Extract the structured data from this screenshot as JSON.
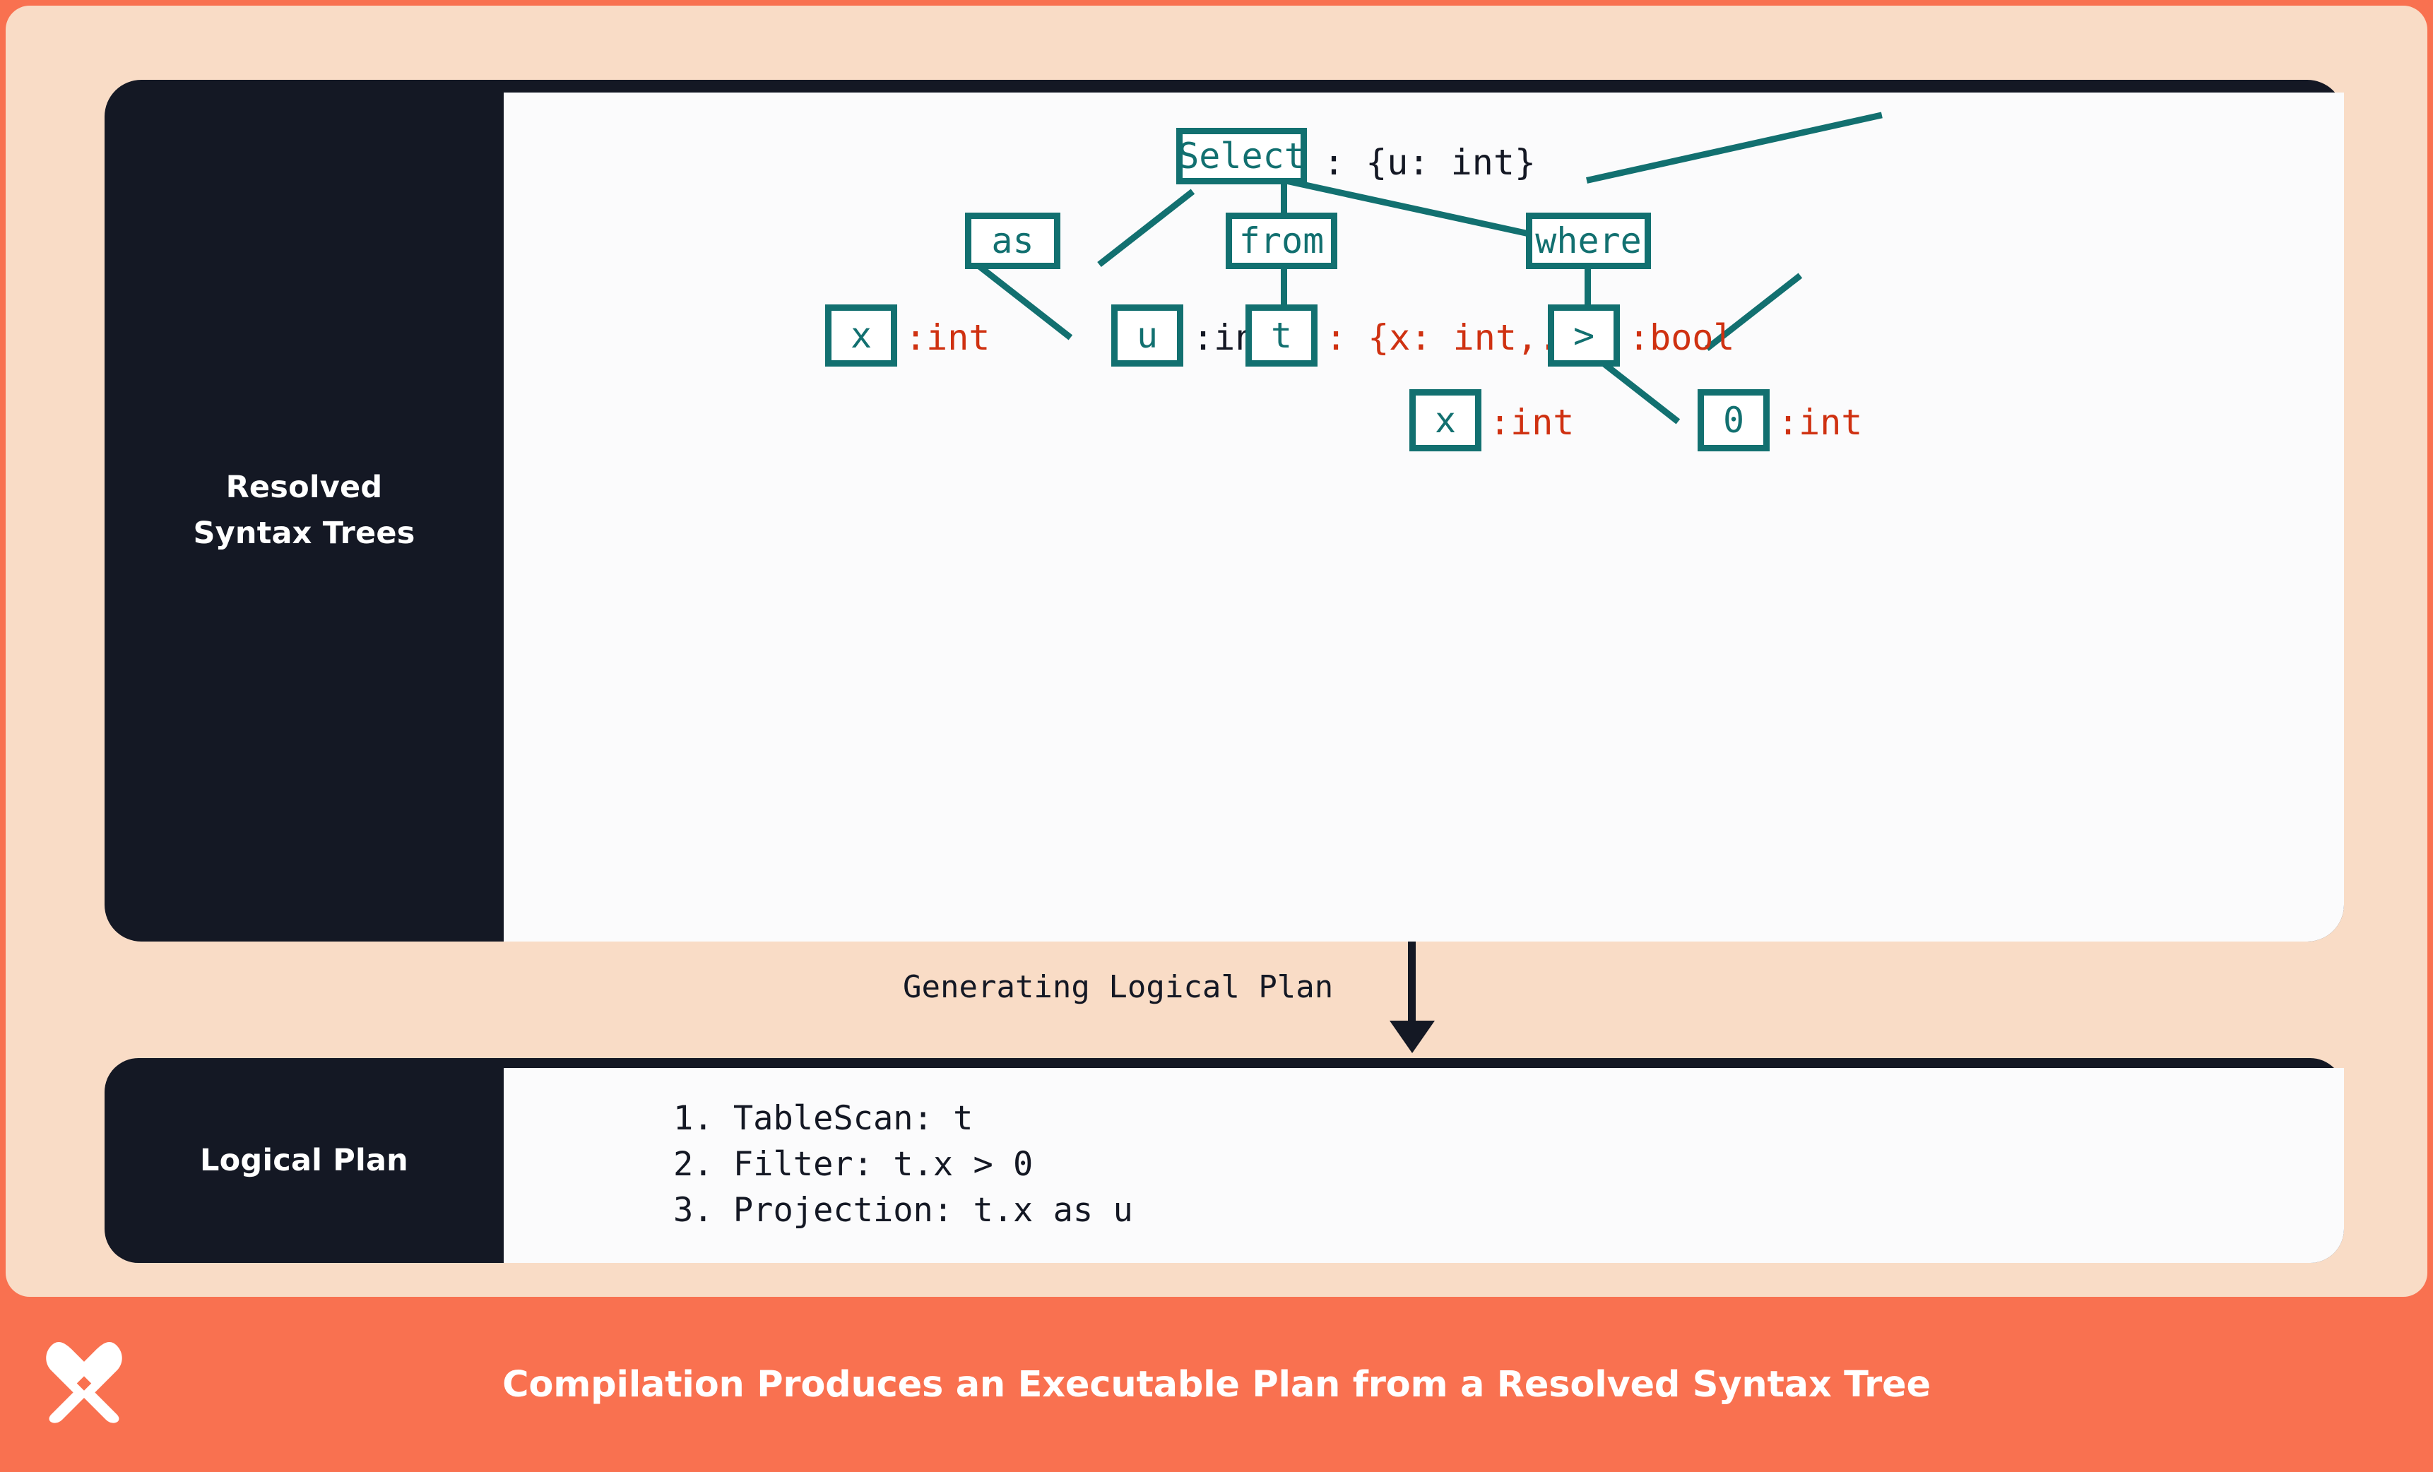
{
  "theme": {
    "frame_color": "#f97150",
    "card_background": "#f9dcc6",
    "panel_background": "#141824",
    "canvas_background": "#fbfbfc",
    "node_color": "#127070",
    "annotation_resolved_color": "#cf3111",
    "annotation_plain_color": "#141824"
  },
  "panels": {
    "rst": {
      "label_line1": "Resolved",
      "label_line2": "Syntax Trees"
    },
    "logical_plan": {
      "label": "Logical Plan"
    }
  },
  "transition": {
    "label": "Generating Logical Plan"
  },
  "tree": {
    "nodes": [
      {
        "id": "select",
        "text": "Select",
        "annotation": ": {u: int}",
        "annotation_style": "dark"
      },
      {
        "id": "as",
        "text": "as",
        "annotation": "",
        "annotation_style": "none"
      },
      {
        "id": "from",
        "text": "from",
        "annotation": "",
        "annotation_style": "none"
      },
      {
        "id": "where",
        "text": "where",
        "annotation": "",
        "annotation_style": "none"
      },
      {
        "id": "as-x",
        "text": "x",
        "annotation": ":int",
        "annotation_style": "red"
      },
      {
        "id": "as-u",
        "text": "u",
        "annotation": ":int",
        "annotation_style": "dark"
      },
      {
        "id": "from-t",
        "text": "t",
        "annotation": ": {x: int,...}",
        "annotation_style": "red"
      },
      {
        "id": "gt",
        "text": ">",
        "annotation": ":bool",
        "annotation_style": "red"
      },
      {
        "id": "gt-x",
        "text": "x",
        "annotation": ":int",
        "annotation_style": "red"
      },
      {
        "id": "gt-0",
        "text": "0",
        "annotation": ":int",
        "annotation_style": "red"
      }
    ],
    "edges": [
      {
        "from": "select",
        "to": "as"
      },
      {
        "from": "select",
        "to": "from"
      },
      {
        "from": "select",
        "to": "where"
      },
      {
        "from": "as",
        "to": "as-x"
      },
      {
        "from": "as",
        "to": "as-u"
      },
      {
        "from": "from",
        "to": "from-t"
      },
      {
        "from": "where",
        "to": "gt"
      },
      {
        "from": "gt",
        "to": "gt-x"
      },
      {
        "from": "gt",
        "to": "gt-0"
      }
    ]
  },
  "logical_plan": {
    "steps": [
      "1. TableScan: t",
      "2. Filter: t.x > 0",
      "3. Projection: t.x as u"
    ]
  },
  "footer": {
    "caption": "Compilation Produces an Executable Plan from a Resolved Syntax Tree",
    "logo_name": "butterfly-x-logo"
  }
}
